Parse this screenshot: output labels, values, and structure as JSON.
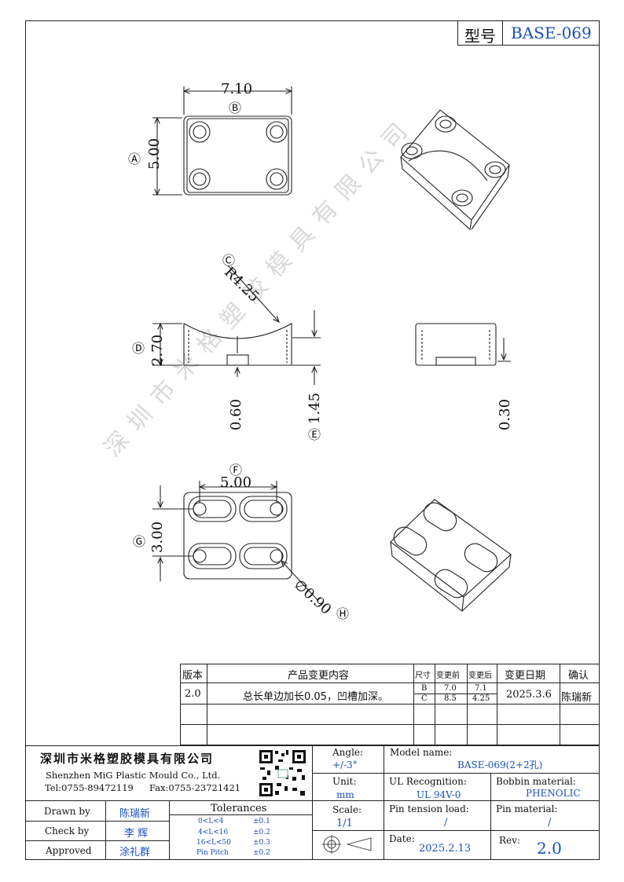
{
  "title_box": {
    "label": "型号",
    "model": "BASE-069"
  },
  "dims": {
    "width": "7.10",
    "height": "5.00",
    "radius": "R4.25",
    "total_h": "2.70",
    "groove": "0.60",
    "depth": "1.45",
    "side_gap": "0.30",
    "pitch_x": "5.00",
    "pitch_y": "3.00",
    "hole": "∅0.90"
  },
  "markers": {
    "A": "Ⓐ",
    "B": "Ⓑ",
    "C": "Ⓒ",
    "D": "Ⓓ",
    "E": "Ⓔ",
    "F": "Ⓕ",
    "G": "Ⓖ",
    "H": "Ⓗ"
  },
  "watermark": "深圳市米格塑胶模具有限公司",
  "revision_table": {
    "headers": [
      "版本",
      "产品变更内容",
      "尺寸",
      "变更前",
      "变更后",
      "变更日期",
      "确认"
    ],
    "row": {
      "version": "2.0",
      "content": "总长单边加长0.05，凹槽加深。",
      "dims": [
        "B",
        "C"
      ],
      "before": [
        "7.0",
        "8.5"
      ],
      "after": [
        "7.1",
        "4.25"
      ],
      "date": "2025.3.6",
      "confirm": "陈瑞新"
    }
  },
  "company": {
    "name_cn": "深圳市米格塑胶模具有限公司",
    "name_en": "Shenzhen MiG Plastic Mould Co., Ltd.",
    "tel": "Tel:0755-89472119",
    "fax": "Fax:0755-23721421"
  },
  "angle": {
    "label": "Angle:",
    "value": "+/-3°"
  },
  "unit": {
    "label": "Unit:",
    "value": "mm"
  },
  "scale": {
    "label": "Scale:",
    "value": "1/1"
  },
  "model_name": {
    "label": "Model name:",
    "value": "BASE-069(2+2孔)"
  },
  "ul": {
    "label": "UL Recognition:",
    "value": "UL 94V-0"
  },
  "bobbin": {
    "label": "Bobbin material:",
    "value": "PHENOLIC"
  },
  "pin_tension": {
    "label": "Pin tension load:",
    "value": "/"
  },
  "pin_material": {
    "label": "Pin material:",
    "value": "/"
  },
  "date": {
    "label": "Date:",
    "value": "2025.2.13"
  },
  "rev": {
    "label": "Rev:",
    "value": "2.0"
  },
  "people": [
    {
      "role": "Drawn by",
      "name": "陈瑞新"
    },
    {
      "role": "Check by",
      "name": "李 辉"
    },
    {
      "role": "Approved",
      "name": "涂礼群"
    }
  ],
  "tolerances": {
    "title": "Tolerances",
    "rows": [
      {
        "range": "0<L<4",
        "tol": "±0.1"
      },
      {
        "range": "4<L<16",
        "tol": "±0.2"
      },
      {
        "range": "16<L<50",
        "tol": "±0.3"
      },
      {
        "range": "Pin Pitch",
        "tol": "±0.2"
      }
    ]
  }
}
